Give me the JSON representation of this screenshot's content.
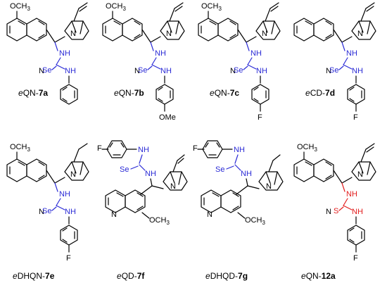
{
  "compounds": [
    {
      "prefix": "e",
      "name": "QN-",
      "number": "7a",
      "substituent": "",
      "top": "OCH3"
    },
    {
      "prefix": "e",
      "name": "QN-",
      "number": "7b",
      "substituent": "OMe",
      "top": "OCH3"
    },
    {
      "prefix": "e",
      "name": "QN-",
      "number": "7c",
      "substituent": "F",
      "top": "OCH3"
    },
    {
      "prefix": "e",
      "name": "CD-",
      "number": "7d",
      "substituent": "F",
      "top": ""
    },
    {
      "prefix": "e",
      "name": "DHQN-",
      "number": "7e",
      "substituent": "F",
      "top": "OCH3"
    },
    {
      "prefix": "e",
      "name": "QD-",
      "number": "7f",
      "substituent": "F",
      "top": "OCH3"
    },
    {
      "prefix": "e",
      "name": "DHQD-",
      "number": "7g",
      "substituent": "F",
      "top": "OCH3"
    },
    {
      "prefix": "e",
      "name": "QN-",
      "number": "12a",
      "substituent": "F",
      "top": "OCH3"
    }
  ],
  "atoms": {
    "N": "N",
    "NH": "NH",
    "Se": "Se",
    "S": "S"
  },
  "colors": {
    "thiourea_blue": "#2b2bd6",
    "thiourea_red": "#e21d1d"
  }
}
